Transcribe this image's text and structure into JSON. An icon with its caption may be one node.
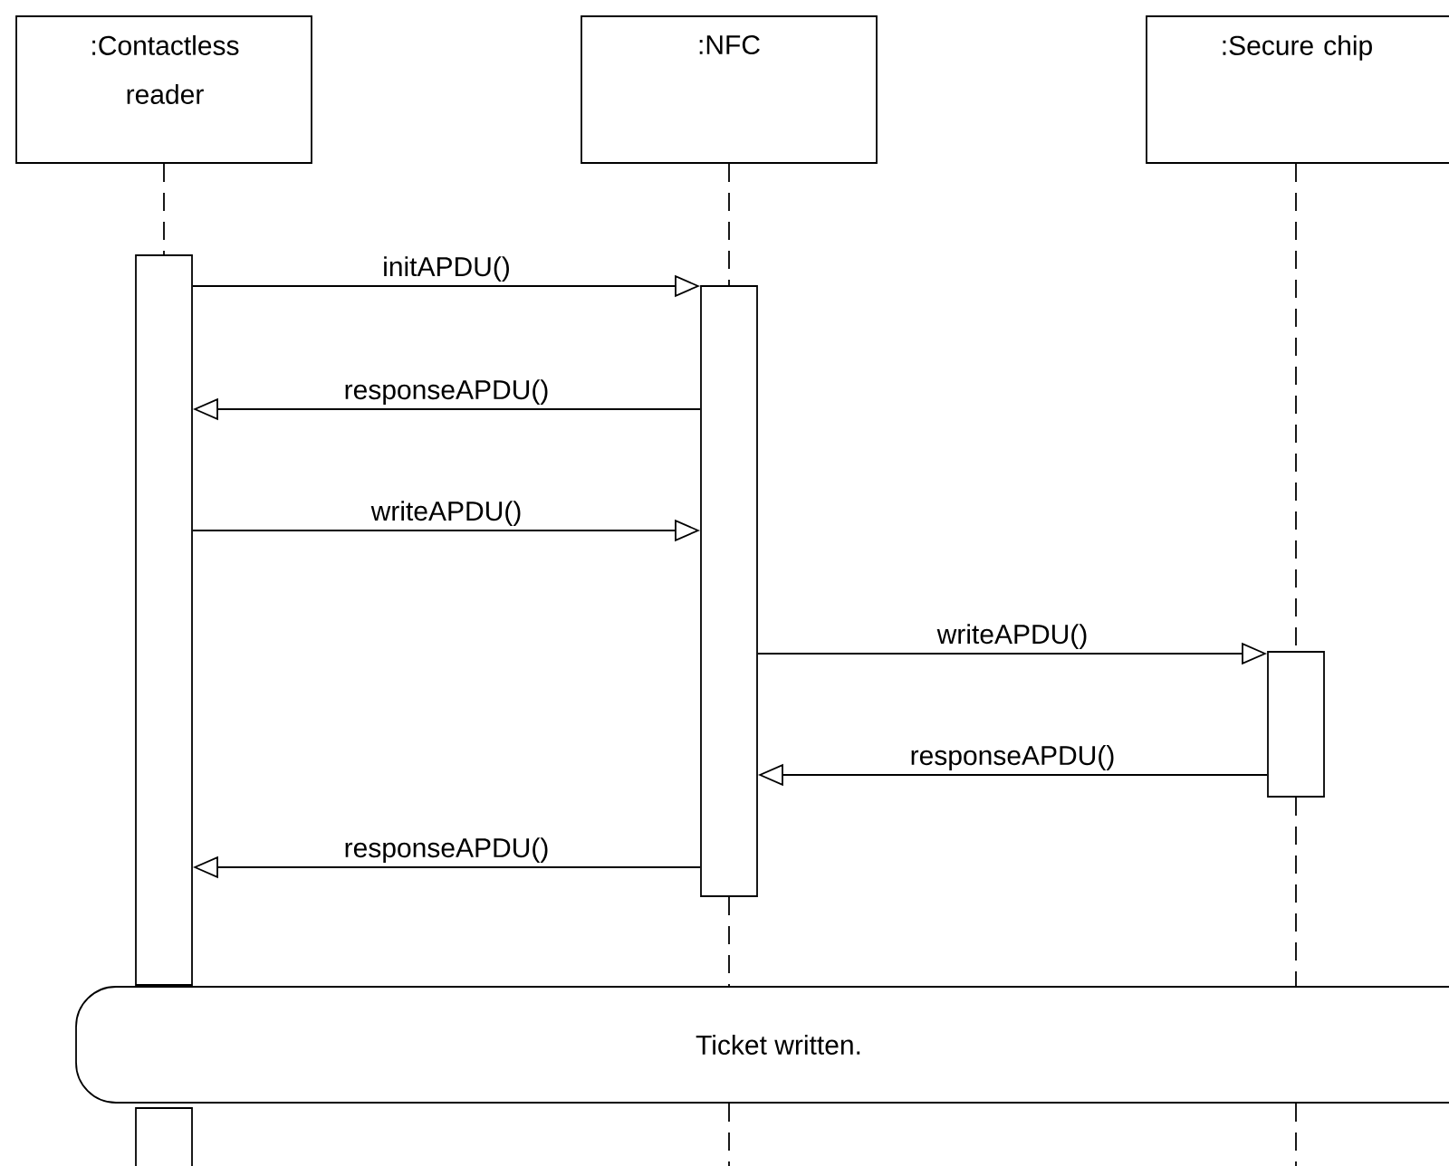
{
  "diagram": {
    "nodes": [
      {
        "text": [
          ":Contactless reader"
        ]
      },
      {
        "text": [
          ":NFC"
        ]
      },
      {
        "text": [
          ":Secure chip"
        ]
      },
      {
        "text": [],
        "shape": "bar"
      },
      {
        "text": [],
        "shape": "bar"
      },
      {
        "text": [],
        "shape": "bar"
      },
      {
        "text": [
          "Ticket written."
        ]
      }
    ],
    "edges": [
      {
        "from": 0,
        "to": 3,
        "arrow": "none",
        "style": "dashed"
      },
      {
        "from": 1,
        "to": 4,
        "arrow": "none",
        "style": "dashed"
      },
      {
        "from": 2,
        "to": 5,
        "arrow": "none",
        "style": "dashed"
      },
      {
        "from": 3,
        "to": 4,
        "arrow": "to",
        "label": "initAPDU()"
      },
      {
        "from": 4,
        "to": 3,
        "arrow": "to",
        "label": "responseAPDU()"
      },
      {
        "from": 3,
        "to": 4,
        "arrow": "to",
        "label": "writeAPDU()"
      },
      {
        "from": 4,
        "to": 5,
        "arrow": "to",
        "label": "writeAPDU()"
      },
      {
        "from": 5,
        "to": 4,
        "arrow": "to",
        "label": "responseAPDU()"
      },
      {
        "from": 4,
        "to": 3,
        "arrow": "to",
        "label": "responseAPDU()"
      },
      {
        "from": 4,
        "to": 6,
        "arrow": "none",
        "style": "dashed"
      },
      {
        "from": 5,
        "to": 6,
        "arrow": "none",
        "style": "dashed"
      },
      {
        "from": 6,
        "to": null,
        "arrow": "none",
        "style": "dashed"
      },
      {
        "from": 6,
        "to": null,
        "arrow": "none",
        "style": "dashed"
      }
    ]
  }
}
